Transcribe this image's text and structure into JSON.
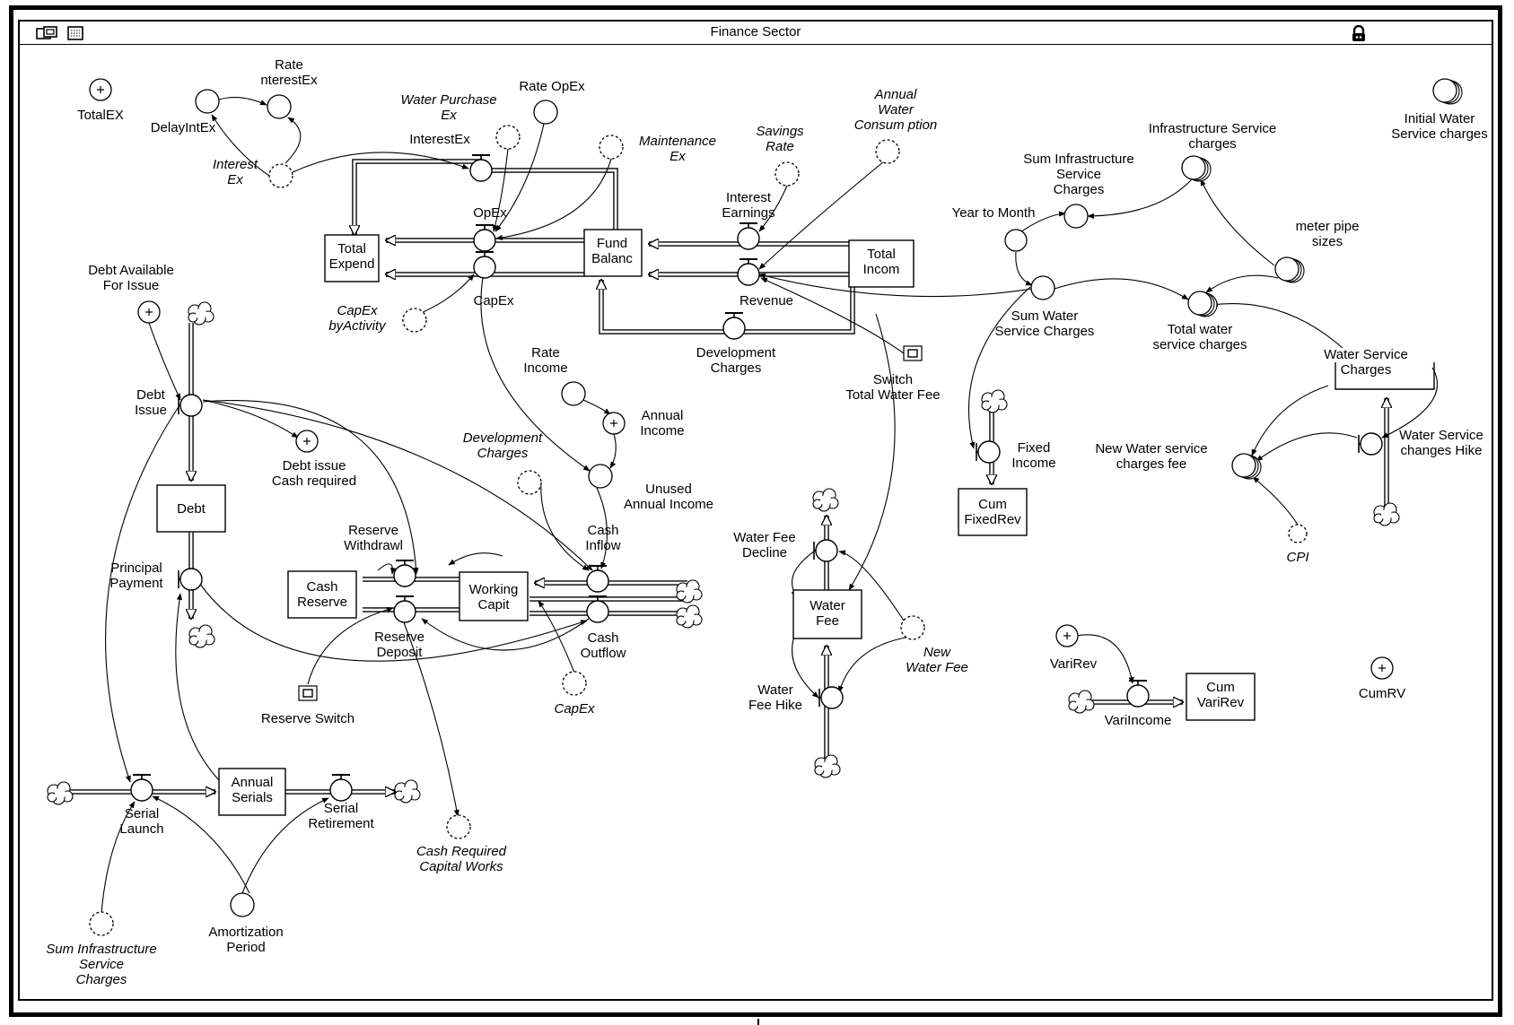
{
  "window": {
    "title": "Finance Sector"
  },
  "toolbar": {
    "left_icons": [
      "model-view-icon",
      "page-view-icon"
    ],
    "right_icon": "lock-icon"
  },
  "stocks": [
    {
      "id": "total-expend",
      "label": "Total\nExpend"
    },
    {
      "id": "fund-balance",
      "label": "Fund\nBalanc"
    },
    {
      "id": "total-income",
      "label": "Total\nIncom"
    },
    {
      "id": "debt",
      "label": "Debt"
    },
    {
      "id": "cash-reserve",
      "label": "Cash\nReserve"
    },
    {
      "id": "working-capital",
      "label": "Working\nCapit"
    },
    {
      "id": "annual-serials",
      "label": "Annual\nSerials"
    },
    {
      "id": "water-fee",
      "label": "Water\nFee"
    },
    {
      "id": "cum-fixedrev",
      "label": "Cum\nFixedRev"
    },
    {
      "id": "cum-varirev",
      "label": "Cum\nVariRev"
    },
    {
      "id": "water-service-charges-stock",
      "label": "Water Service\nCharges"
    }
  ],
  "flows": [
    {
      "id": "interestex",
      "label": "InterestEx"
    },
    {
      "id": "opex",
      "label": "OpEx"
    },
    {
      "id": "capex",
      "label": "CapEx"
    },
    {
      "id": "interest-earnings",
      "label": "Interest\nEarnings"
    },
    {
      "id": "revenue",
      "label": "Revenue"
    },
    {
      "id": "development-charges-flow",
      "label": "Development\nCharges"
    },
    {
      "id": "debt-issue",
      "label": "Debt\nIssue"
    },
    {
      "id": "principal-payment",
      "label": "Principal\nPayment"
    },
    {
      "id": "reserve-withdrawl",
      "label": "Reserve\nWithdrawl"
    },
    {
      "id": "reserve-deposit",
      "label": "Reserve\nDeposit"
    },
    {
      "id": "cash-inflow",
      "label": "Cash\nInflow"
    },
    {
      "id": "cash-outflow",
      "label": "Cash\nOutflow"
    },
    {
      "id": "serial-launch",
      "label": "Serial\nLaunch"
    },
    {
      "id": "serial-retirement",
      "label": "Serial\nRetirement"
    },
    {
      "id": "water-fee-decline",
      "label": "Water Fee\nDecline"
    },
    {
      "id": "water-fee-hike",
      "label": "Water\nFee Hike"
    },
    {
      "id": "fixed-income",
      "label": "Fixed\nIncome"
    },
    {
      "id": "variincome",
      "label": "VariIncome"
    },
    {
      "id": "water-service-changes-hike",
      "label": "Water Service\nchanges Hike"
    }
  ],
  "converters": [
    {
      "id": "totalex",
      "label": "TotalEX"
    },
    {
      "id": "delayintex",
      "label": "DelayIntEx"
    },
    {
      "id": "rate-interestex",
      "label": "Rate\nnterestEx"
    },
    {
      "id": "interest-ex",
      "label": "Interest\nEx"
    },
    {
      "id": "water-purchase-ex",
      "label": "Water Purchase\nEx"
    },
    {
      "id": "rate-opex",
      "label": "Rate OpEx"
    },
    {
      "id": "maintenance-ex",
      "label": "Maintenance\nEx"
    },
    {
      "id": "savings-rate",
      "label": "Savings\nRate"
    },
    {
      "id": "annual-water-consumption",
      "label": "Annual\nWater\nConsum ption"
    },
    {
      "id": "initial-water-service-charges",
      "label": "Initial Water\nService charges"
    },
    {
      "id": "infrastructure-service-charges",
      "label": "Infrastructure Service\ncharges"
    },
    {
      "id": "sum-infrastructure-service-charges",
      "label": "Sum Infrastructure\nService\nCharges"
    },
    {
      "id": "year-to-month",
      "label": "Year to Month"
    },
    {
      "id": "meter-pipe-sizes",
      "label": "meter pipe\nsizes"
    },
    {
      "id": "sum-water-service-charges",
      "label": "Sum Water\nService Charges"
    },
    {
      "id": "total-water-service-charges",
      "label": "Total water\nservice charges"
    },
    {
      "id": "capex-byactivity",
      "label": "CapEx\nbyActivity"
    },
    {
      "id": "debt-available-for-issue",
      "label": "Debt Available\nFor Issue"
    },
    {
      "id": "debt-issue-cash-required",
      "label": "Debt issue\nCash required"
    },
    {
      "id": "rate-income",
      "label": "Rate\nIncome"
    },
    {
      "id": "annual-income",
      "label": "Annual\nIncome"
    },
    {
      "id": "development-charges-ghost",
      "label": "Development\nCharges"
    },
    {
      "id": "unused-annual-income",
      "label": "Unused\nAnnual Income"
    },
    {
      "id": "switch-total-water-fee",
      "label": "Switch\nTotal Water Fee"
    },
    {
      "id": "new-water-service-charges-fee",
      "label": "New Water service\ncharges fee"
    },
    {
      "id": "cpi",
      "label": "CPI"
    },
    {
      "id": "new-water-fee",
      "label": "New\nWater Fee"
    },
    {
      "id": "reserve-switch",
      "label": "Reserve Switch"
    },
    {
      "id": "capex-ghost",
      "label": "CapEx"
    },
    {
      "id": "varirev",
      "label": "VariRev"
    },
    {
      "id": "cumrv",
      "label": "CumRV"
    },
    {
      "id": "cash-required-capital-works",
      "label": "Cash Required\nCapital Works"
    },
    {
      "id": "amortization-period",
      "label": "Amortization\nPeriod"
    },
    {
      "id": "sum-infrastructure-service-charges-ghost",
      "label": "Sum Infrastructure\nService\nCharges"
    }
  ]
}
